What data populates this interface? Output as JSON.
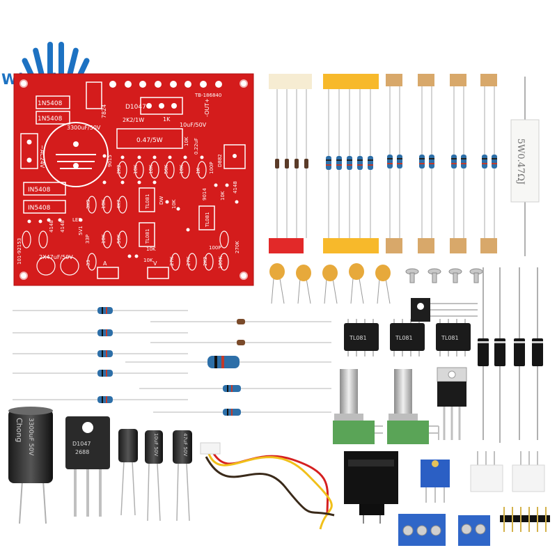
{
  "logo": {
    "text": "WinWin"
  },
  "pcb": {
    "board_code": "TB-186840",
    "model": "D1047",
    "labels": [
      "1N5408",
      "1N5408",
      "IN5408",
      "IN5408",
      "7824",
      "2K2/1W",
      "0.47/5W",
      "3300uF/50V",
      "1K",
      "10uF/50V",
      "-OUT+",
      "~AC24V",
      "9015",
      "2K2",
      "10K",
      "10K",
      "56K",
      "10K",
      "1K",
      "10K",
      "0.22uF",
      "100P",
      "D882",
      "4148",
      "3K9",
      "10K",
      "4K7",
      "10K",
      "9014",
      "10K",
      "4148",
      "4148",
      "LED",
      "5V1",
      "33P",
      "10K",
      "56K",
      "100P",
      "27K",
      "10K",
      "33",
      "2X47uF/50V",
      "27K",
      "2K2",
      "100K",
      "270K",
      "101-92153",
      "A",
      "V",
      "10K",
      "TL081",
      "TL081",
      "TL081",
      "DW"
    ]
  },
  "parts": {
    "power_resistor_label": "5W0.47ΩJ",
    "capacitor_brand": "Chong",
    "capacitor_spec": "3300uF 50V",
    "transistor_label": "D1047",
    "transistor_code": "2688",
    "small_cap_label": "10uF 50V",
    "small_cap2_label": "47uF 50V",
    "ic_label": "TL081"
  }
}
